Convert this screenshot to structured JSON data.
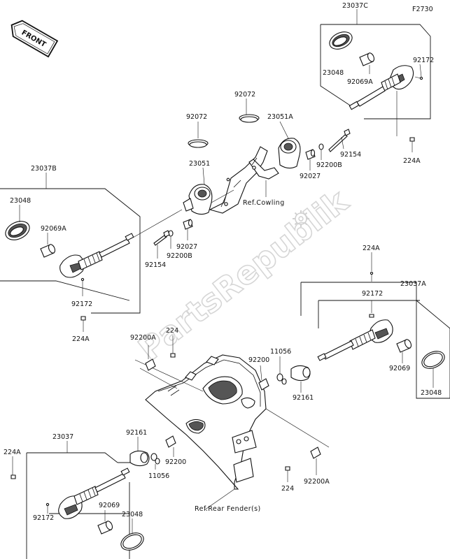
{
  "figure": {
    "code": "F2730"
  },
  "front_badge": {
    "text": "FRONT"
  },
  "watermark": {
    "text": "PartsRepublik"
  },
  "labels": {
    "l_23037C": "23037C",
    "l_23048_c": "23048",
    "l_92069A_c": "92069A",
    "l_92172_c": "92172",
    "l_224A_c": "224A",
    "l_92072_a": "92072",
    "l_92072_b": "92072",
    "l_23051A": "23051A",
    "l_23051": "23051",
    "l_92154_r": "92154",
    "l_92200B_r": "92200B",
    "l_92027_r": "92027",
    "l_ref_cowling": "Ref.Cowling",
    "l_23037B": "23037B",
    "l_23048_b": "23048",
    "l_92069A_b": "92069A",
    "l_92154_l": "92154",
    "l_92200B_l": "92200B",
    "l_92027_l": "92027",
    "l_92172_b": "92172",
    "l_224A_b": "224A",
    "l_224A_ra": "224A",
    "l_92172_a": "92172",
    "l_23037A": "23037A",
    "l_92069_a": "92069",
    "l_23048_a": "23048",
    "l_92200A_top": "92200A",
    "l_224_top": "224",
    "l_11056_r": "11056",
    "l_92200_r": "92200",
    "l_92161_r": "92161",
    "l_23037": "23037",
    "l_224A_d": "224A",
    "l_92161_d": "92161",
    "l_11056_d": "11056",
    "l_92200_d": "92200",
    "l_92069_d": "92069",
    "l_23048_d": "23048",
    "l_92172_d": "92172",
    "l_224_bot": "224",
    "l_92200A_bot": "92200A",
    "l_ref_fender": "Ref.Rear Fender(s)"
  }
}
